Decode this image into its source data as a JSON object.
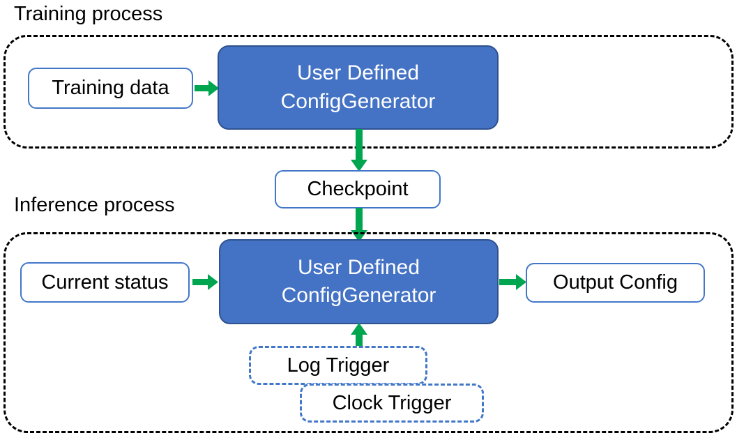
{
  "diagram": {
    "title_training": "Training process",
    "title_inference": "Inference process",
    "colors": {
      "accent_blue_fill": "#4472C4",
      "accent_blue_border": "#2F528F",
      "node_outline_blue": "#4277C8",
      "arrow_green": "#00A550",
      "container_dash": "#000000",
      "text_dark": "#000000",
      "text_light": "#FFFFFF",
      "background": "#FFFFFF"
    },
    "nodes": {
      "training_data": "Training data",
      "config_generator_training_line1": "User Defined",
      "config_generator_training_line2": "ConfigGenerator",
      "checkpoint": "Checkpoint",
      "current_status": "Current status",
      "config_generator_inference_line1": "User Defined",
      "config_generator_inference_line2": "ConfigGenerator",
      "output_config": "Output Config",
      "log_trigger": "Log Trigger",
      "clock_trigger": "Clock Trigger"
    },
    "edges": [
      {
        "id": "training-data-to-generator",
        "from": "Training data",
        "to": "User Defined ConfigGenerator",
        "direction": "right"
      },
      {
        "id": "generator-to-checkpoint",
        "from": "User Defined ConfigGenerator",
        "to": "Checkpoint",
        "direction": "down"
      },
      {
        "id": "checkpoint-to-inference-generator",
        "from": "Checkpoint",
        "to": "User Defined ConfigGenerator",
        "direction": "down"
      },
      {
        "id": "current-status-to-generator",
        "from": "Current status",
        "to": "User Defined ConfigGenerator",
        "direction": "right"
      },
      {
        "id": "generator-to-output-config",
        "from": "User Defined ConfigGenerator",
        "to": "Output Config",
        "direction": "right"
      },
      {
        "id": "triggers-to-generator",
        "from": "Log Trigger / Clock Trigger",
        "to": "User Defined ConfigGenerator",
        "direction": "up"
      }
    ]
  }
}
